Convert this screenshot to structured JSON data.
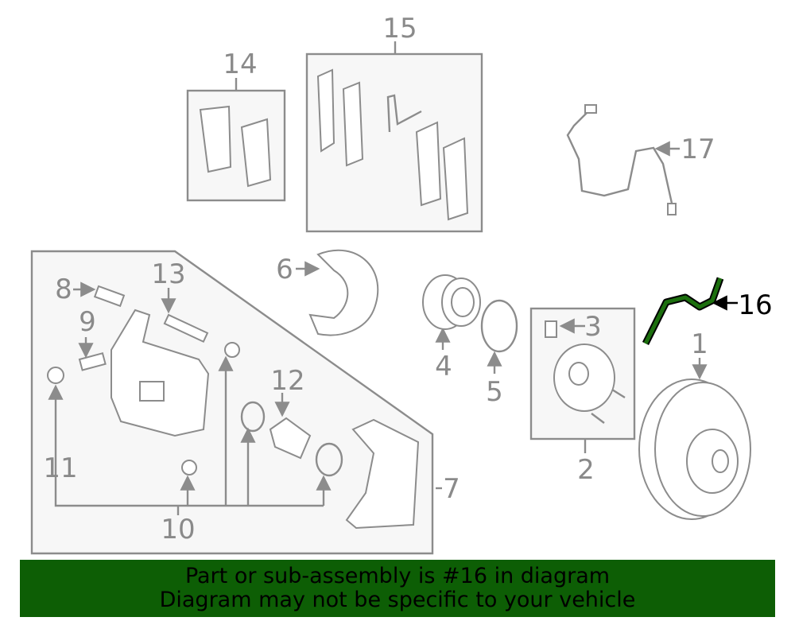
{
  "colors": {
    "highlight": "#1c6f0e",
    "banner": "#0d5e05",
    "lines": "#8c8c8c"
  },
  "labels": {
    "l1": "1",
    "l2": "2",
    "l3": "3",
    "l4": "4",
    "l5": "5",
    "l6": "6",
    "l7": "7",
    "l8": "8",
    "l9": "9",
    "l10": "10",
    "l11": "11",
    "l12": "12",
    "l13": "13",
    "l14": "14",
    "l15": "15",
    "l16": "16",
    "l17": "17"
  },
  "highlighted_part": "16",
  "banner": {
    "line1": "Part or sub-assembly is #16 in diagram",
    "line2": "Diagram may not be specific to your vehicle"
  }
}
